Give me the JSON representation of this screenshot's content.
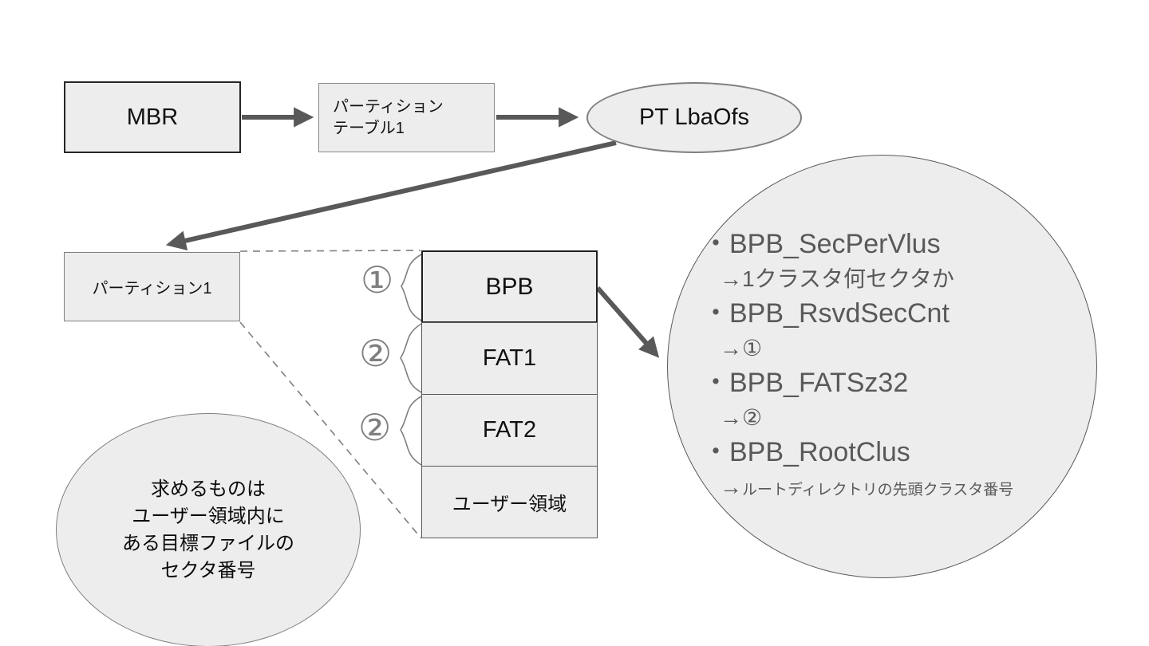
{
  "palette": {
    "background": "#ffffff",
    "node_fill": "#ededed",
    "border_dark": "#262626",
    "border_gray": "#7f7f7f",
    "arrow": "#595959",
    "detail_text": "#595959",
    "label_text": "#111111"
  },
  "flow": {
    "mbr": "MBR",
    "partition_table": [
      "パーティション",
      "テーブル1"
    ],
    "pt_lbaofs": "PT LbaOfs",
    "partition1": "パーティション1"
  },
  "stack": {
    "rows": [
      "BPB",
      "FAT1",
      "FAT2",
      "ユーザー領域"
    ]
  },
  "brace_labels": [
    "①",
    "②",
    "②"
  ],
  "detail_circle": {
    "items": [
      {
        "name": "・BPB_SecPerVlus",
        "desc": "→1クラスタ何セクタか"
      },
      {
        "name": "・BPB_RsvdSecCnt",
        "desc": "→①"
      },
      {
        "name": "・BPB_FATSz32",
        "desc": "→②"
      },
      {
        "name": "・BPB_RootClus",
        "desc_arrow": "→",
        "desc_small": "ルートディレクトリの先頭クラスタ番号"
      }
    ]
  },
  "goal_ellipse": {
    "lines": [
      "求めるものは",
      "ユーザー領域内に",
      "ある目標ファイルの",
      "セクタ番号"
    ]
  }
}
